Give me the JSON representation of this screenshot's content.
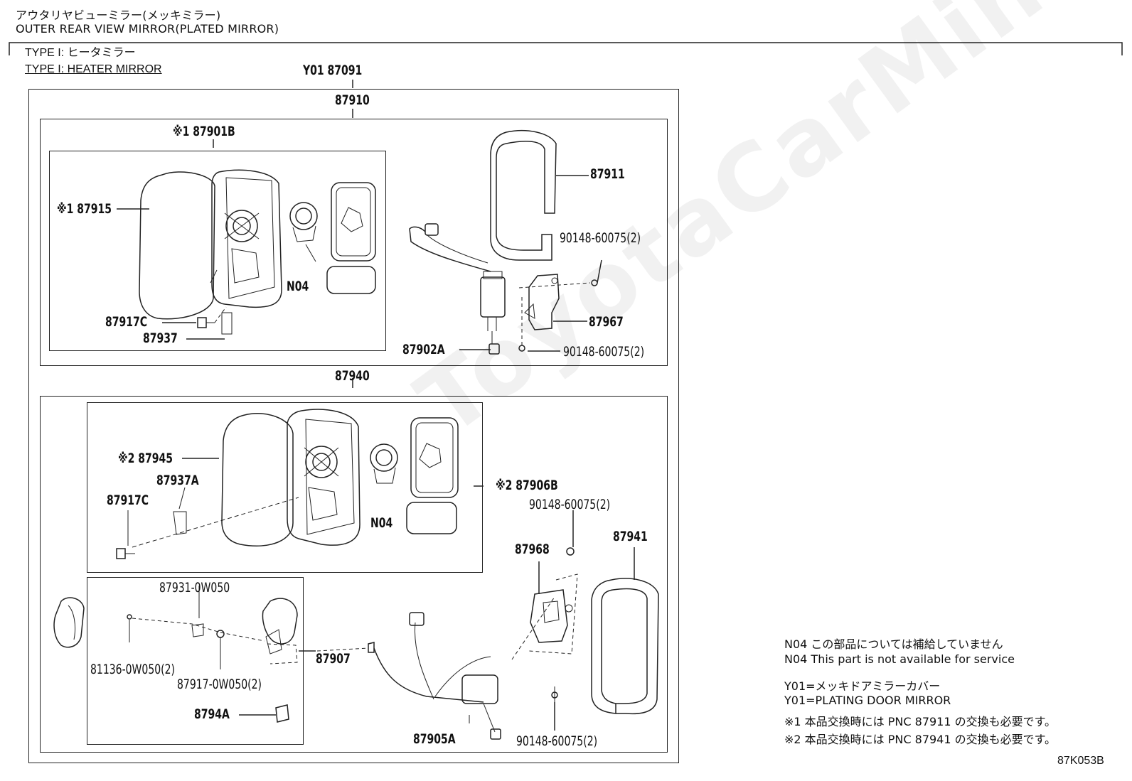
{
  "header": {
    "title_jp": "アウタリヤビューミラー(メッキミラー)",
    "title_en": "OUTER REAR VIEW MIRROR(PLATED MIRROR)",
    "type_jp": "TYPE I: ヒータミラー",
    "type_en": "TYPE I: HEATER MIRROR"
  },
  "watermark": "ToyotaCarMine.ru",
  "assembly": "Y01  87091",
  "groups": {
    "upper": "87910",
    "lower": "87940"
  },
  "labels": {
    "p87901b": "※1 87901B",
    "p87915": "※1 87915",
    "p87917c_a": "87917C",
    "p87937": "87937",
    "n04_a": "N04",
    "p87911": "87911",
    "p90148_a": "90148-60075(2)",
    "p87967": "87967",
    "p87902a": "87902A",
    "p90148_b": "90148-60075(2)",
    "p87945": "※2 87945",
    "p87937a": "87937A",
    "p87917c_b": "87917C",
    "p87906b": "※2 87906B",
    "n04_b": "N04",
    "p90148_c": "90148-60075(2)",
    "p87968": "87968",
    "p87941": "87941",
    "p87931": "87931-0W050",
    "p81136": "81136-0W050(2)",
    "p87917": "87917-0W050(2)",
    "p87907": "87907",
    "p8794a": "8794A",
    "p87905a": "87905A",
    "p90148_d": "90148-60075(2)"
  },
  "notes": [
    "N04 この部品については補給していません",
    "N04 This part is not available for service",
    "Y01=メッキドアミラーカバー",
    "Y01=PLATING DOOR MIRROR",
    "※1 本品交換時には PNC 87911 の交換も必要です。",
    "※2 本品交換時には PNC 87941 の交換も必要です。"
  ],
  "code": "87K053B"
}
